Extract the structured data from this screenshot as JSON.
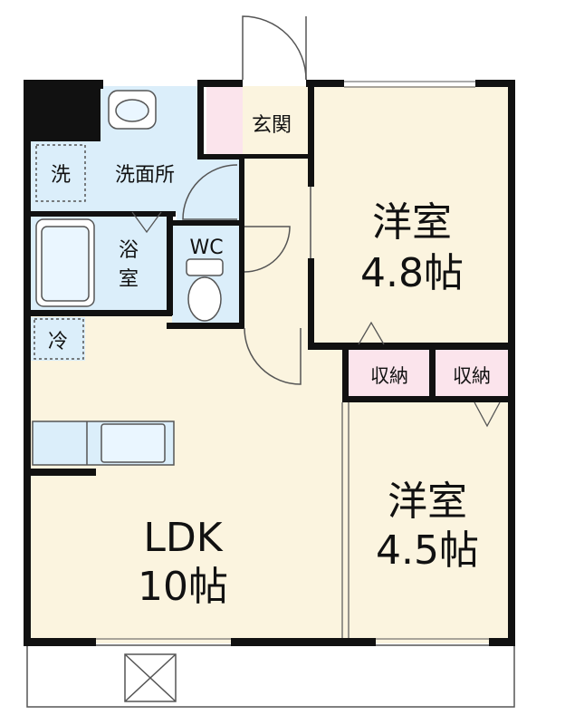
{
  "colors": {
    "living_floor": "#fbf4df",
    "wet_area": "#dbeefa",
    "storage": "#fbe4ec",
    "wall": "#111111",
    "fixture_stroke": "#555555"
  },
  "rooms": {
    "western_1": {
      "name": "洋室",
      "size": "4.8帖"
    },
    "western_2": {
      "name": "洋室",
      "size": "4.5帖"
    },
    "ldk": {
      "name": "LDK",
      "size": "10帖"
    },
    "entrance": "玄関",
    "washroom": "洗面所",
    "bathroom": {
      "line1": "浴",
      "line2": "室"
    },
    "toilet": "WC",
    "closet_1": "収納",
    "closet_2": "収納",
    "washer": "洗",
    "fridge": "冷"
  }
}
